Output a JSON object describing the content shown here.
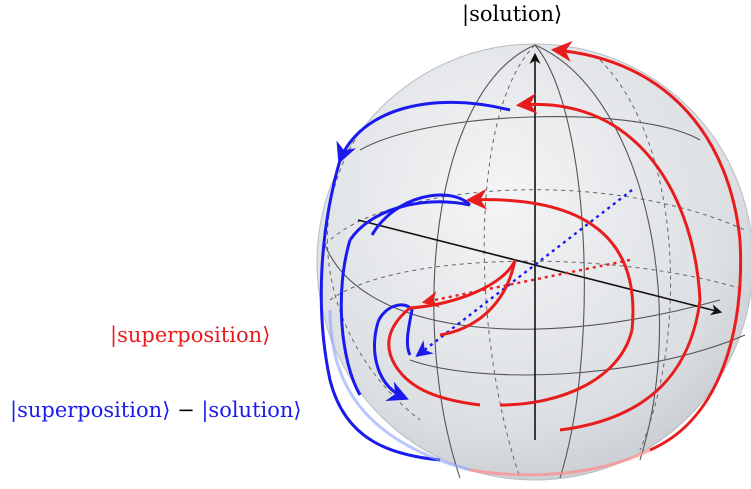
{
  "labels": {
    "solution": "|solution⟩",
    "superposition": "|superposition⟩",
    "difference_left": "|superposition⟩",
    "difference_op": " − ",
    "difference_right": "|solution⟩"
  },
  "colors": {
    "red": "#e81c1c",
    "blue": "#1a1aee",
    "axis": "#111111",
    "sphere_fill": "#dde1e5",
    "grid": "#555555"
  }
}
